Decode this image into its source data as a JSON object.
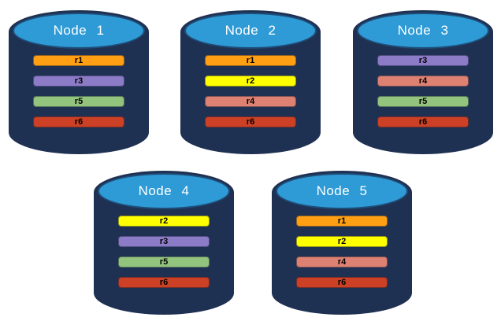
{
  "palette": {
    "background": "#FFFFFF",
    "cylinder_body": "#1F3153",
    "cylinder_top_fill": "#2E9BD6",
    "cylinder_top_border": "#1F4E79",
    "title_text": "#FFFFFF",
    "bar_text": "#000000"
  },
  "replica_colors": {
    "r1": "#FFA014",
    "r2": "#FFFF00",
    "r3": "#8C7CC8",
    "r4": "#DD8172",
    "r5": "#93C47D",
    "r6": "#CC4125"
  },
  "nodes": [
    {
      "title": "Node 1",
      "bars": [
        {
          "label": "r1",
          "color": "#FFA014"
        },
        {
          "label": "r3",
          "color": "#8C7CC8"
        },
        {
          "label": "r5",
          "color": "#93C47D"
        },
        {
          "label": "r6",
          "color": "#CC4125"
        }
      ]
    },
    {
      "title": "Node 2",
      "bars": [
        {
          "label": "r1",
          "color": "#FFA014"
        },
        {
          "label": "r2",
          "color": "#FFFF00"
        },
        {
          "label": "r4",
          "color": "#DD8172"
        },
        {
          "label": "r6",
          "color": "#CC4125"
        }
      ]
    },
    {
      "title": "Node 3",
      "bars": [
        {
          "label": "r3",
          "color": "#8C7CC8"
        },
        {
          "label": "r4",
          "color": "#DD8172"
        },
        {
          "label": "r5",
          "color": "#93C47D"
        },
        {
          "label": "r6",
          "color": "#CC4125"
        }
      ]
    },
    {
      "title": "Node 4",
      "bars": [
        {
          "label": "r2",
          "color": "#FFFF00"
        },
        {
          "label": "r3",
          "color": "#8C7CC8"
        },
        {
          "label": "r5",
          "color": "#93C47D"
        },
        {
          "label": "r6",
          "color": "#CC4125"
        }
      ]
    },
    {
      "title": "Node 5",
      "bars": [
        {
          "label": "r1",
          "color": "#FFA014"
        },
        {
          "label": "r2",
          "color": "#FFFF00"
        },
        {
          "label": "r4",
          "color": "#DD8172"
        },
        {
          "label": "r6",
          "color": "#CC4125"
        }
      ]
    }
  ]
}
